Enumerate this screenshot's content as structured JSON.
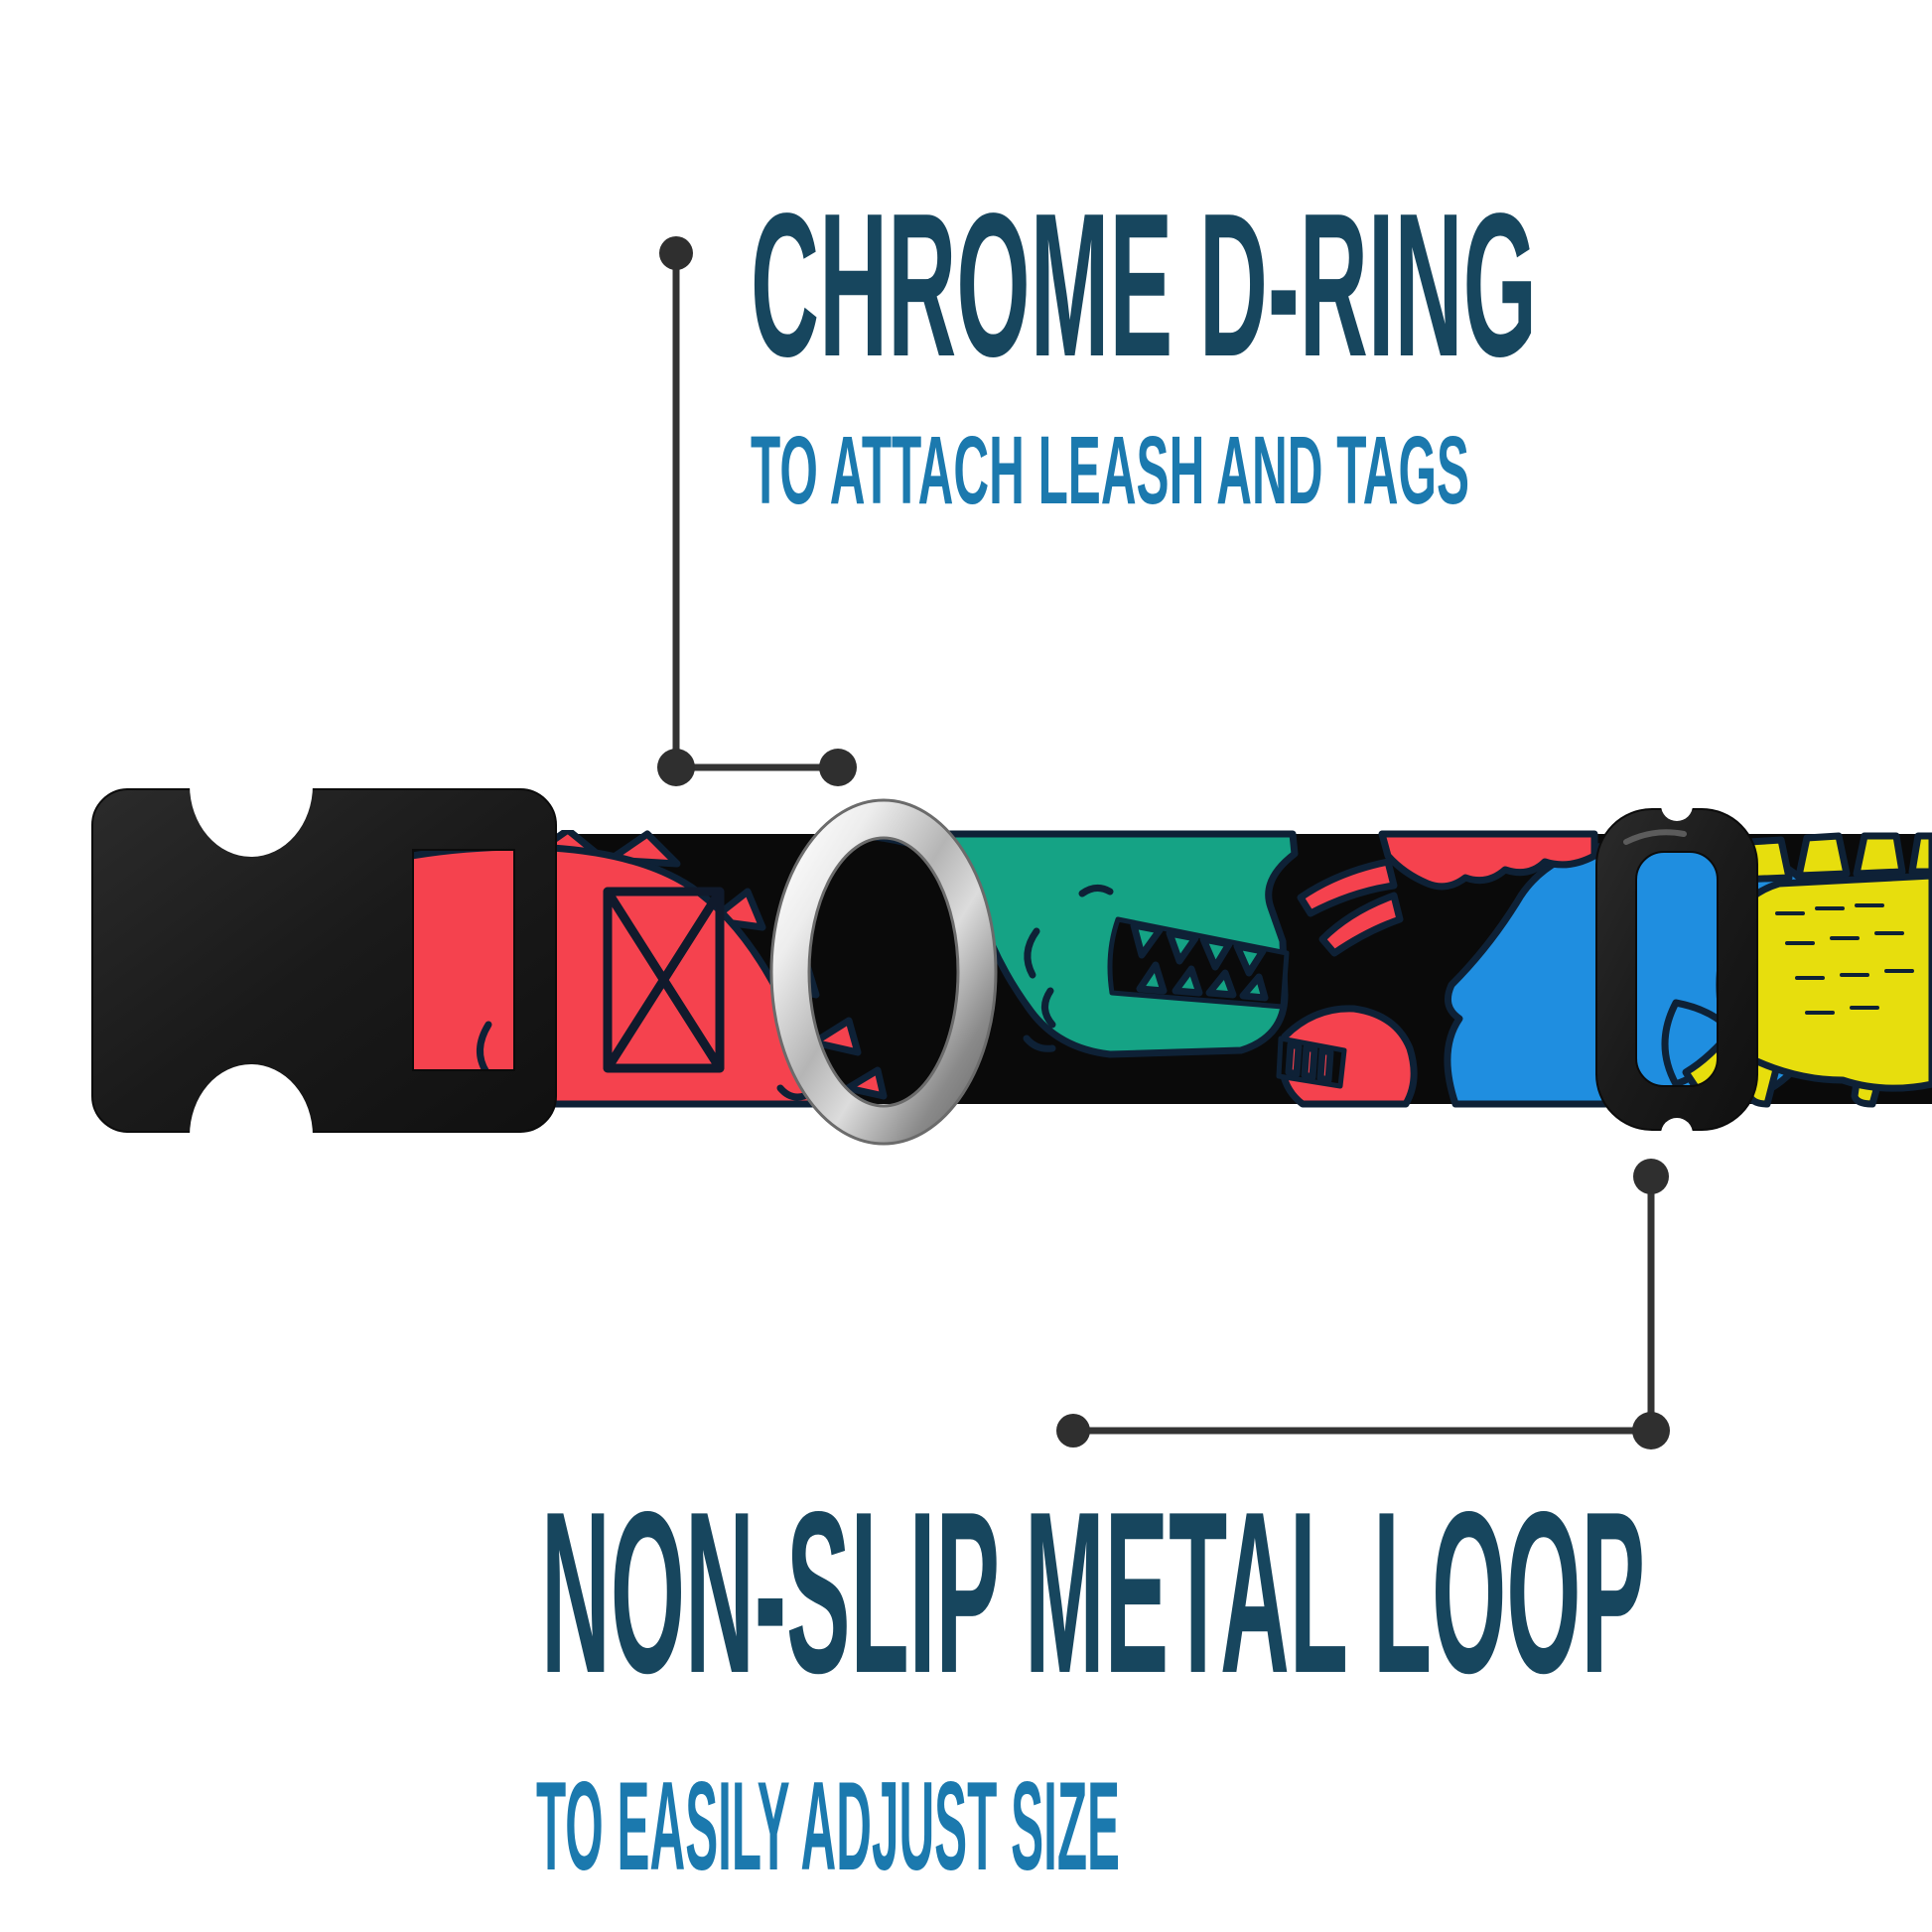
{
  "figure": {
    "background": "#FFFFFF",
    "callouts": {
      "top": {
        "title": "CHROME D-RING",
        "subtitle": "TO ATTACH LEASH AND TAGS"
      },
      "bottom": {
        "title": "NON-SLIP METAL LOOP",
        "subtitle": "TO EASILY ADJUST SIZE"
      }
    },
    "colors": {
      "title_navy": "#17465E",
      "subtitle_blue": "#1B79AE",
      "callout_line": "#333333",
      "callout_dot": "#2F2F2F",
      "webbing_black": "#0A0A0A",
      "pattern_outline_navy": "#0E2136",
      "dino_red": "#F5424E",
      "dino_teal": "#15A385",
      "dino_blue": "#1F8EE0",
      "dino_yellow": "#E7DE0D",
      "plastic_black": "#1A1A1A",
      "chrome_light": "#F5F5F5",
      "chrome_dark": "#6E6E6E"
    }
  }
}
